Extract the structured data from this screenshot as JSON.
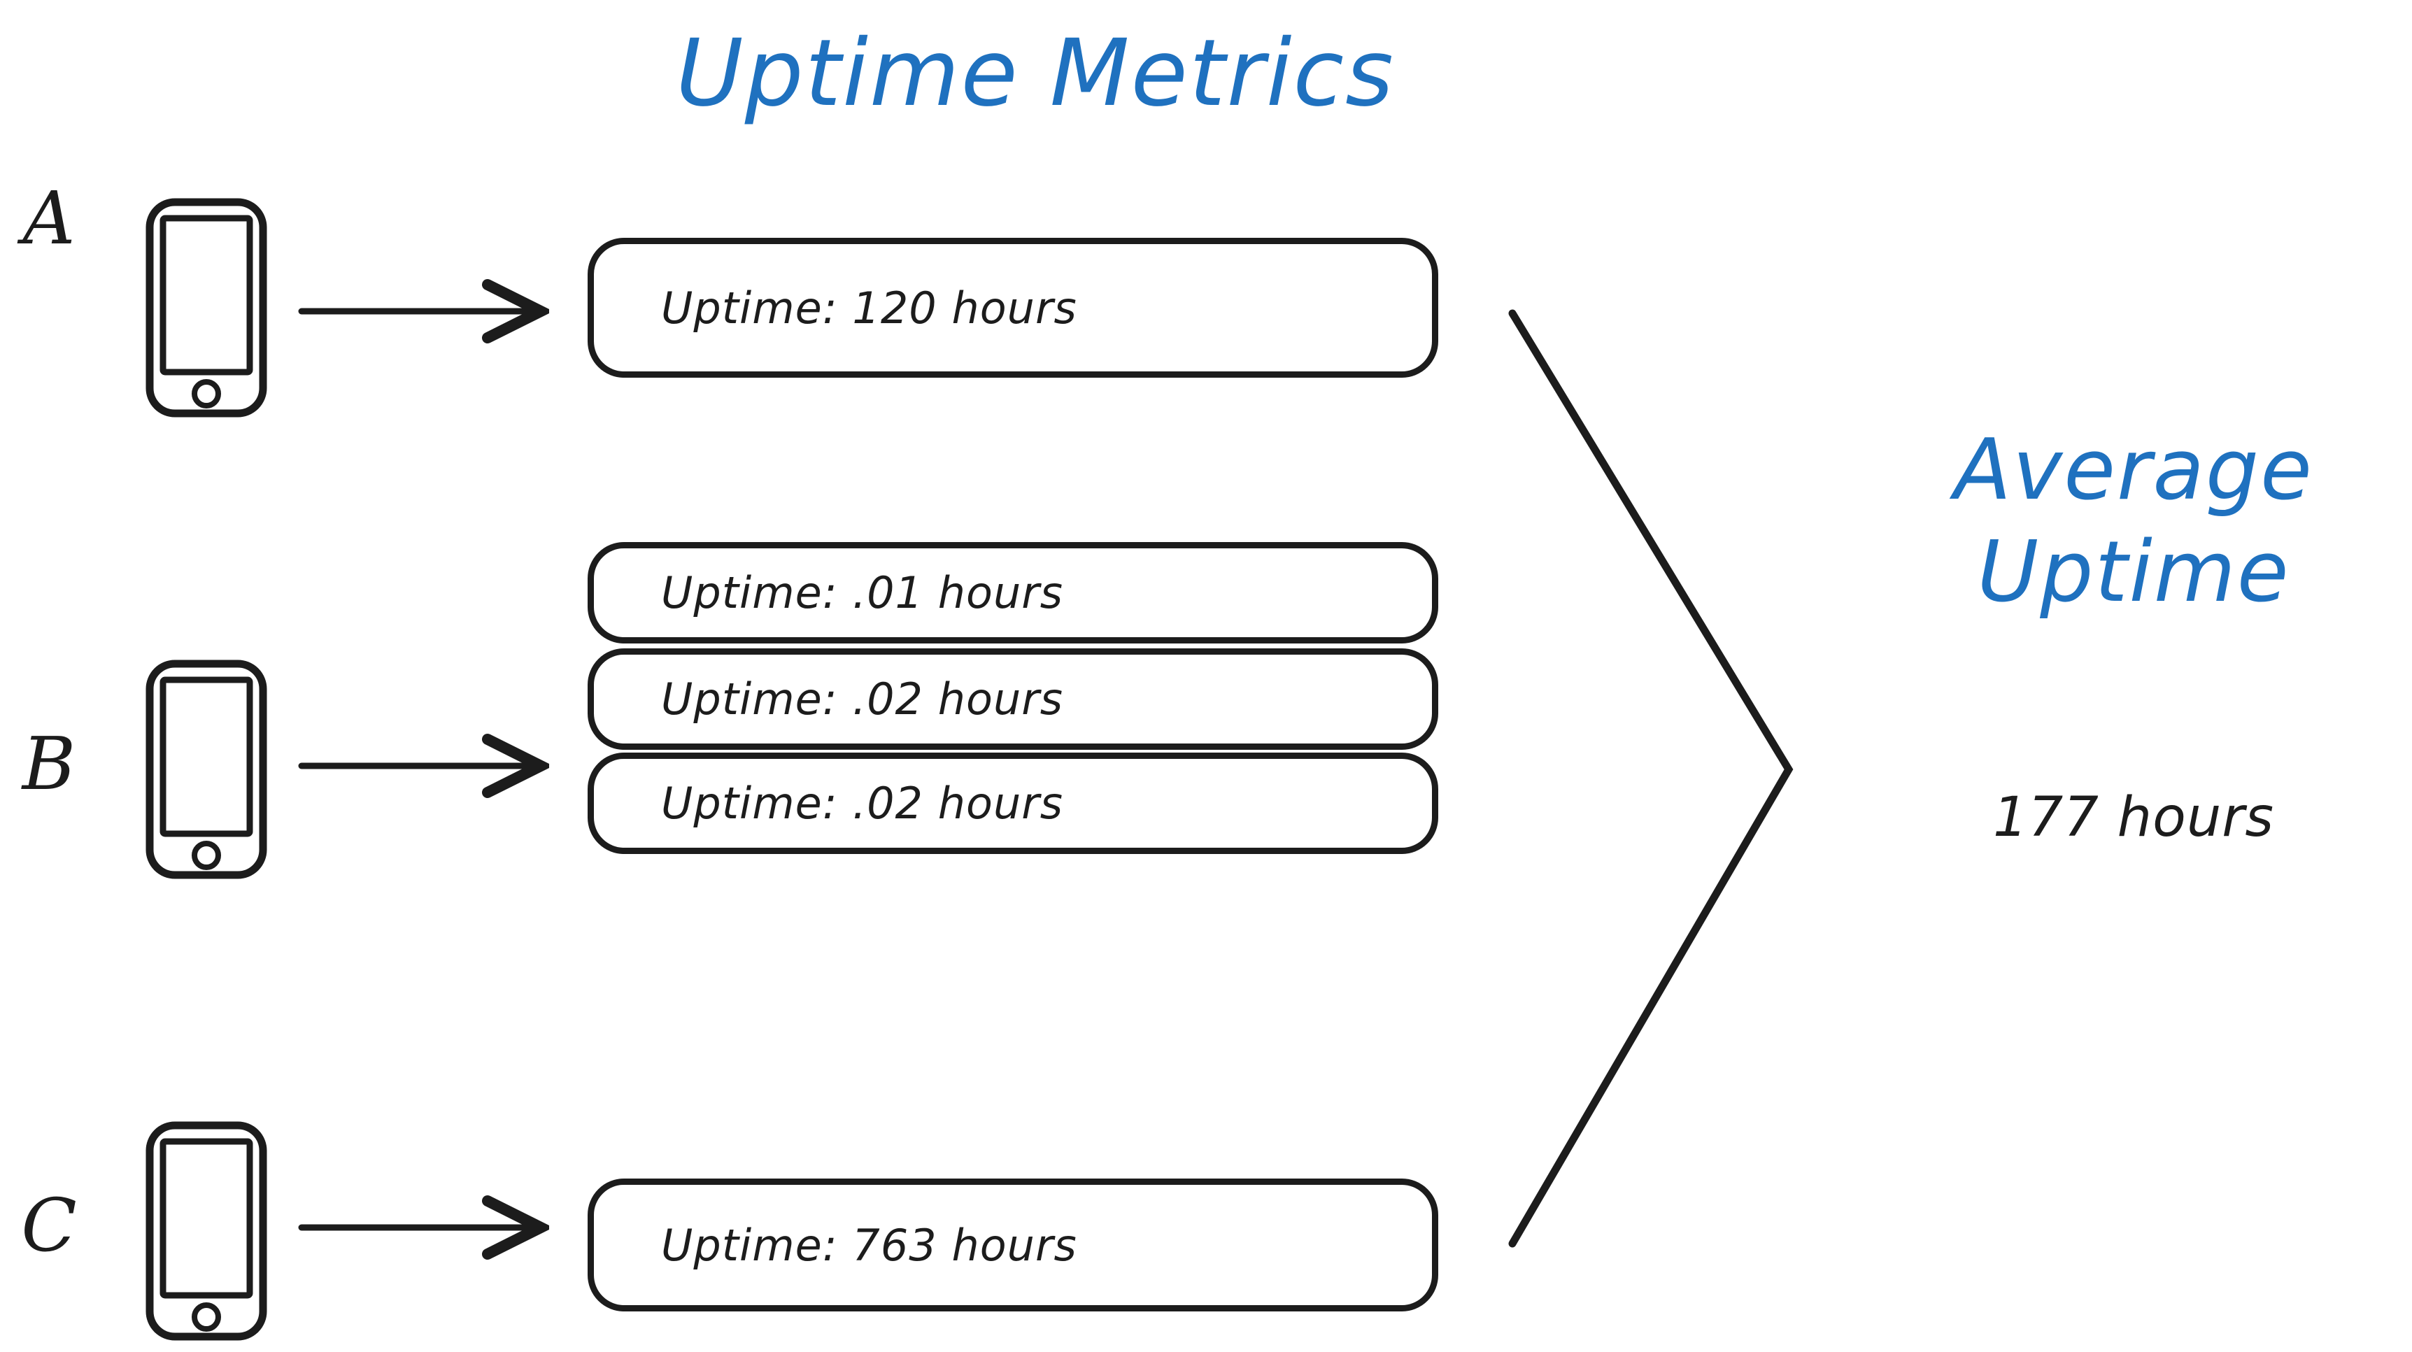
{
  "diagram": {
    "title": "Uptime Metrics",
    "accent_color": "#1f71bf",
    "ink_color": "#1c1c1c",
    "background_color": "#ffffff"
  },
  "groups": [
    {
      "label": "A",
      "device_icon": "phone-icon",
      "arrow_icon": "arrow-right-icon",
      "metrics": [
        {
          "text": "Uptime: 120 hours",
          "value": 120,
          "unit": "hours"
        }
      ]
    },
    {
      "label": "B",
      "device_icon": "phone-icon",
      "arrow_icon": "arrow-right-icon",
      "metrics": [
        {
          "text": "Uptime: .01 hours",
          "value": 0.01,
          "unit": "hours"
        },
        {
          "text": "Uptime: .02 hours",
          "value": 0.02,
          "unit": "hours"
        },
        {
          "text": "Uptime: .02 hours",
          "value": 0.02,
          "unit": "hours"
        }
      ]
    },
    {
      "label": "C",
      "device_icon": "phone-icon",
      "arrow_icon": "arrow-right-icon",
      "metrics": [
        {
          "text": "Uptime: 763 hours",
          "value": 763,
          "unit": "hours"
        }
      ]
    }
  ],
  "result": {
    "title_line_1": "Average",
    "title_line_2": "Uptime",
    "value": "177 hours",
    "connector_icon": "converging-chevron-icon"
  }
}
